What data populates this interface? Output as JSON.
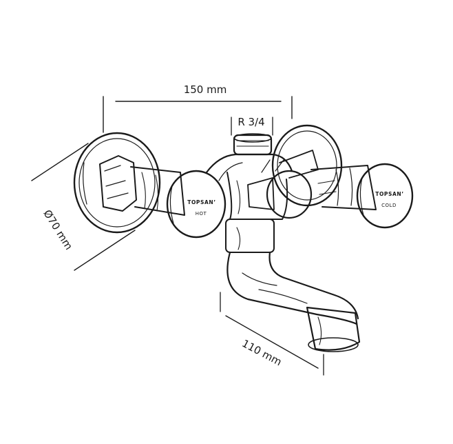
{
  "dimensions": {
    "width_label": "150 mm",
    "thread_label": "R 3/4",
    "diameter_label": "Ø70 mm",
    "spout_label": "110 mm"
  },
  "handles": {
    "left": {
      "brand": "TOPSAN’",
      "label": "HOT"
    },
    "right": {
      "brand": "TOPSAN’",
      "label": "COLD"
    }
  }
}
